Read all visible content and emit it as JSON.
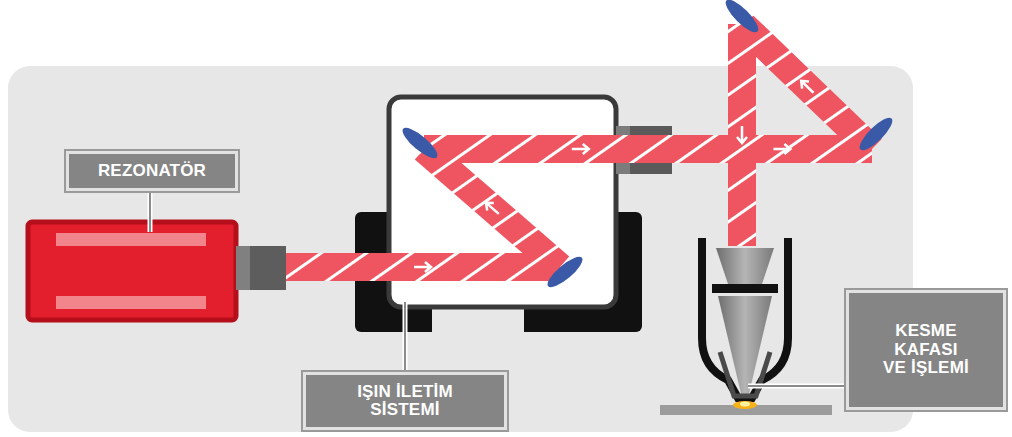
{
  "diagram": {
    "nodes": [
      {
        "text": [
          "REZONATÖR"
        ]
      },
      {
        "text": [
          "IŞIN İLETİM SİSTEMİ"
        ]
      },
      {
        "text": [
          "KESME KAFASI VE İŞLEMİ"
        ]
      }
    ]
  }
}
